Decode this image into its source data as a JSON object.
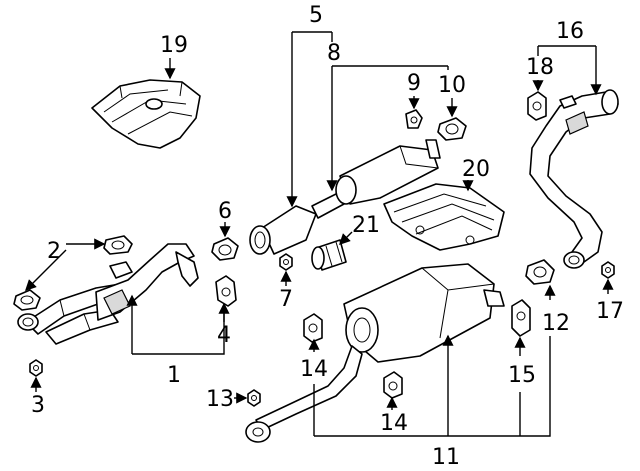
{
  "diagram": {
    "callouts": {
      "c1": "1",
      "c2": "2",
      "c3": "3",
      "c4": "4",
      "c5": "5",
      "c6": "6",
      "c7": "7",
      "c8": "8",
      "c9": "9",
      "c10": "10",
      "c11": "11",
      "c12": "12",
      "c13": "13",
      "c14a": "14",
      "c14b": "14",
      "c15": "15",
      "c16": "16",
      "c17": "17",
      "c18": "18",
      "c19": "19",
      "c20": "20",
      "c21": "21"
    }
  }
}
